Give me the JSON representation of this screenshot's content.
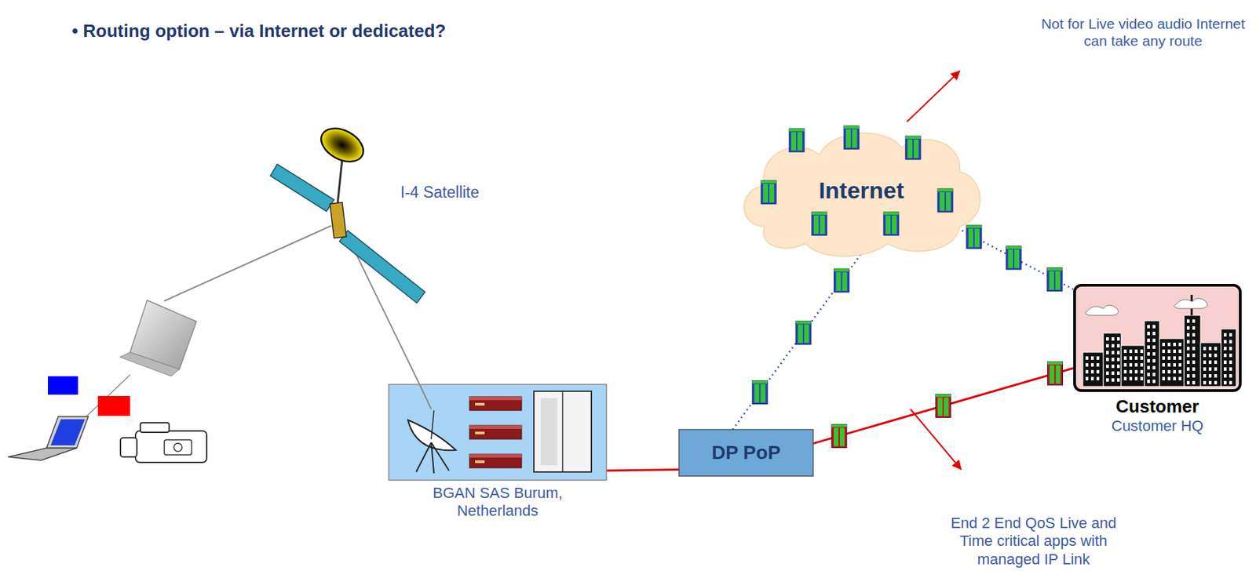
{
  "diagram": {
    "title": "• Routing option – via Internet or dedicated?",
    "nodes": [
      {
        "text": [
          "Internet"
        ]
      },
      {
        "text": [
          "BGAN SAS Burum, Netherlands"
        ]
      },
      {
        "text": [
          "DP PoP"
        ]
      },
      {
        "text": [
          "Customer",
          "Customer HQ"
        ]
      }
    ],
    "edges": [
      {
        "from": 1,
        "to": 2,
        "arrow": "none"
      },
      {
        "from": 2,
        "to": 0,
        "arrow": "none"
      },
      {
        "from": 0,
        "to": 3,
        "arrow": "none"
      },
      {
        "from": 2,
        "to": 3,
        "arrow": "none"
      }
    ],
    "labels": [
      "I-4 Satellite",
      "Not for Live video audio Internet can take any route",
      "End 2 End QoS Live and Time critical apps with managed IP Link"
    ]
  }
}
